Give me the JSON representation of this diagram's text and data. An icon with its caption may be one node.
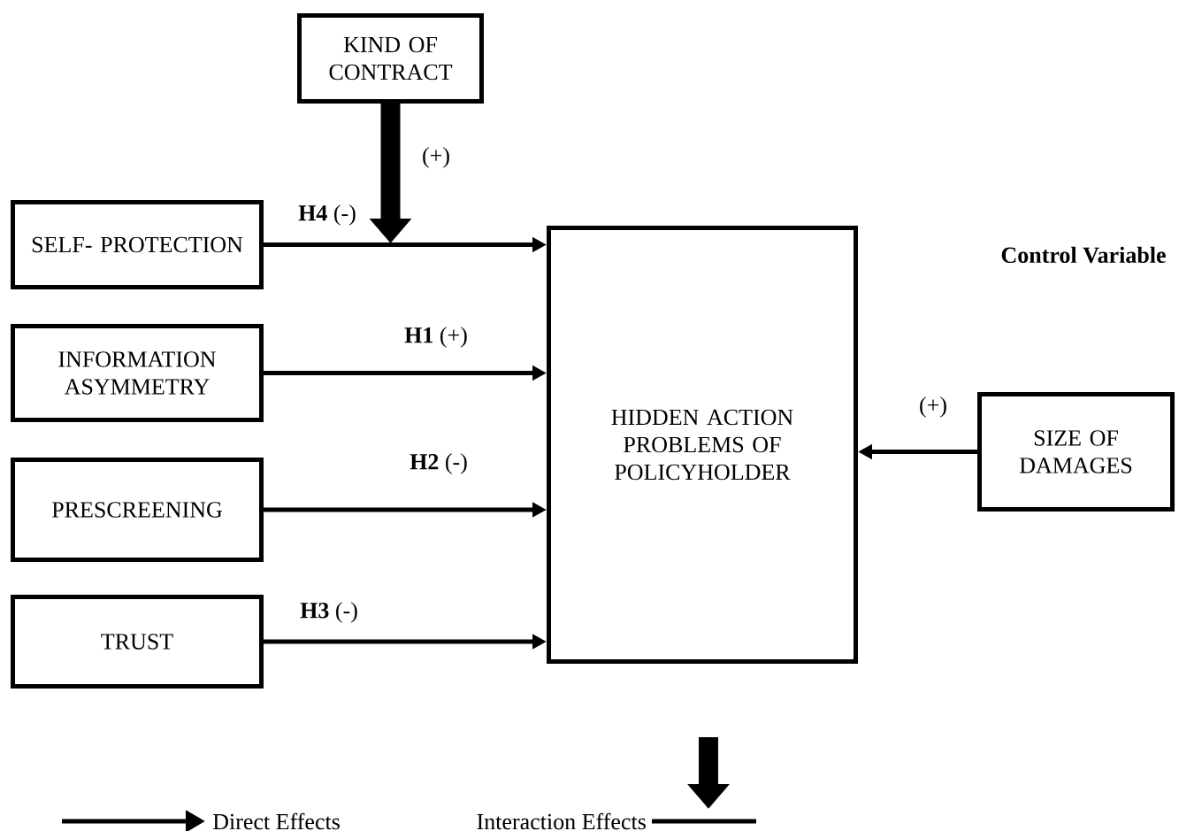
{
  "diagram": {
    "nodes": [
      {
        "text": [
          "KIND OF CONTRACT"
        ]
      },
      {
        "text": [
          "SELF- PROTECTION"
        ]
      },
      {
        "text": [
          "INFORMATION ASYMMETRY"
        ]
      },
      {
        "text": [
          "PRESCREENING"
        ]
      },
      {
        "text": [
          "TRUST"
        ]
      },
      {
        "text": [
          "HIDDEN ACTION PROBLEMS OF POLICYHOLDER"
        ]
      },
      {
        "text": [
          "SIZE OF DAMAGES"
        ]
      }
    ],
    "edges": [
      {
        "from": 0,
        "to": null,
        "arrow": "to",
        "label": "(+)",
        "style": "thick"
      },
      {
        "from": 1,
        "to": 5,
        "arrow": "to",
        "label": "**H4** (-)"
      },
      {
        "from": 2,
        "to": 5,
        "arrow": "to",
        "label": "**H1** (+)"
      },
      {
        "from": 3,
        "to": 5,
        "arrow": "to",
        "label": "**H2** (-)"
      },
      {
        "from": 4,
        "to": 5,
        "arrow": "to",
        "label": "**H3** (-)"
      },
      {
        "from": 6,
        "to": 5,
        "arrow": "to",
        "label": "(+)"
      }
    ],
    "labels": [
      "Control Variable"
    ],
    "legend": [
      {
        "text": "Direct Effects"
      },
      {
        "text": "Interaction Effects"
      }
    ]
  }
}
